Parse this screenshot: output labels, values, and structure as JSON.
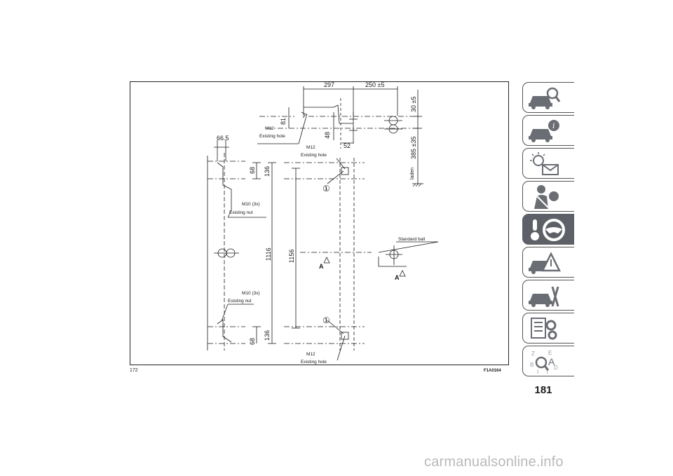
{
  "figure": {
    "number": "172",
    "code": "F1A0164"
  },
  "page_number": "181",
  "drawing": {
    "dim_297": "297",
    "dim_250": "250 ±5",
    "dim_30": "30 ±5",
    "dim_81": "81",
    "dim_48": "48",
    "dim_52": "52",
    "dim_385": "385 ±35",
    "dim_66_5": "66.5",
    "dim_68_top": "68",
    "dim_136_top": "136",
    "dim_1116": "1116",
    "dim_1156": "1156",
    "dim_68_bottom": "68",
    "dim_136_bottom": "136",
    "m12_top": "M12",
    "existing_hole_top": "Existing hole",
    "m12_mid": "M12",
    "existing_hole_mid": "Existing hole",
    "m12_bottom": "M12",
    "existing_hole_bottom": "Existing hole",
    "m10_top": "M10 (3x)",
    "existing_nut_top": "Existing nut",
    "m10_bottom": "M10 (3x)",
    "existing_nut_bottom": "Existing nut",
    "laden": "laden",
    "standard_ball": "Standard ball",
    "section_a_left": "A",
    "section_a_right": "A",
    "callout_1_top": "①",
    "callout_1_bottom": "①"
  },
  "side_tabs": [
    {
      "icon": "car-search-icon",
      "active": false
    },
    {
      "icon": "car-info-icon",
      "active": false
    },
    {
      "icon": "light-message-icon",
      "active": false
    },
    {
      "icon": "seatbelt-airbag-icon",
      "active": false
    },
    {
      "icon": "key-steering-wheel-icon",
      "active": true
    },
    {
      "icon": "car-warning-icon",
      "active": false
    },
    {
      "icon": "car-tools-icon",
      "active": false
    },
    {
      "icon": "data-gears-icon",
      "active": false
    },
    {
      "icon": "alphabet-index-icon",
      "active": false
    }
  ],
  "watermark": "carmanualsonline.info"
}
